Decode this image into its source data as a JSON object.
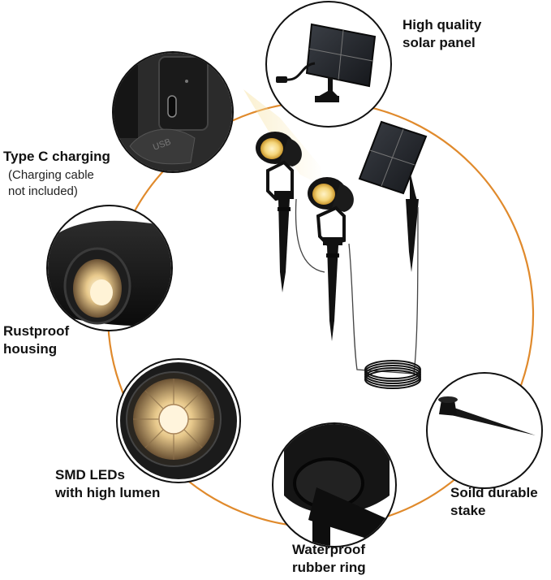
{
  "accent_color": "#E08A2C",
  "features": {
    "solar_panel": {
      "line1": "High quality",
      "line2": "solar panel"
    },
    "type_c": {
      "title": "Type C charging",
      "note_line1": "(Charging cable",
      "note_line2": "not included)",
      "port_text": "USB"
    },
    "housing": {
      "line1": "Rustproof",
      "line2": "housing"
    },
    "leds": {
      "line1": "SMD LEDs",
      "line2": "with high lumen"
    },
    "ring": {
      "line1": "Waterproof",
      "line2": "rubber ring"
    },
    "stake": {
      "line1": "Soild durable",
      "line2": "stake"
    }
  }
}
